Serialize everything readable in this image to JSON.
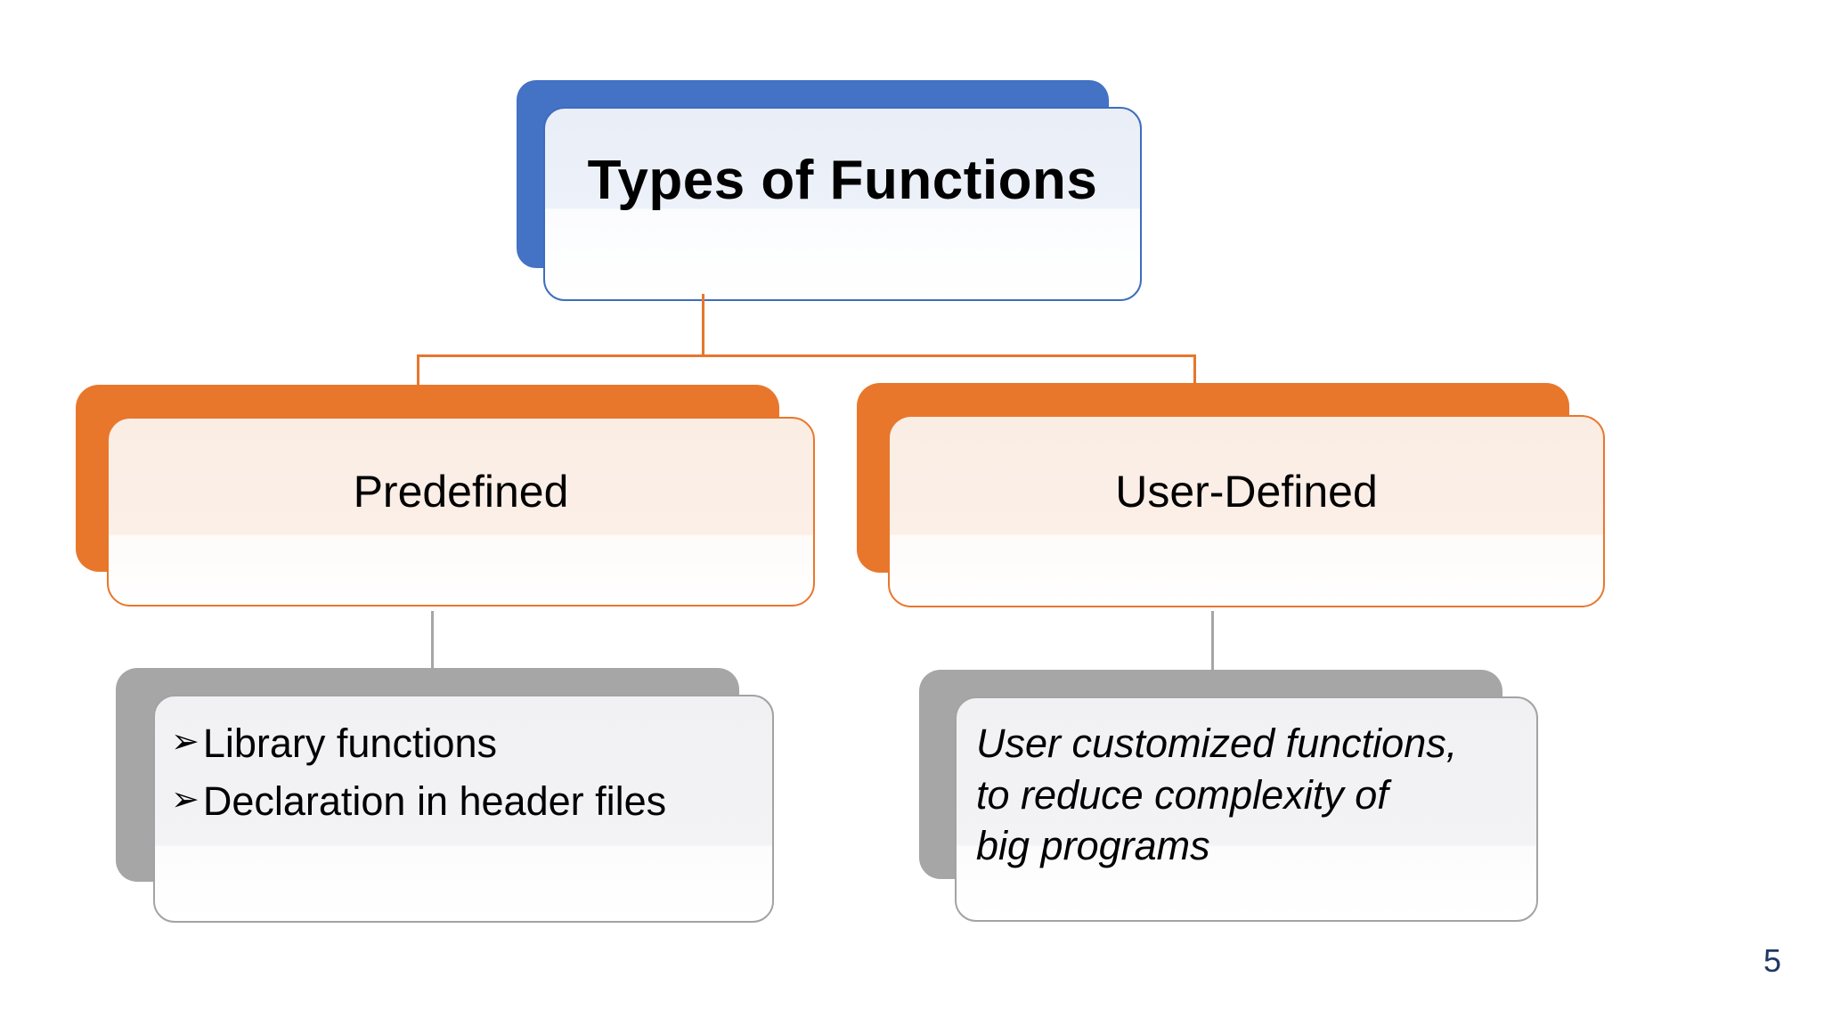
{
  "slide": {
    "page_number": "5",
    "background_color": "#FFFFFF"
  },
  "diagram": {
    "type": "hierarchy",
    "title_node": {
      "label": "Types of Functions",
      "accent_color": "#4472C4",
      "border_color": "#3E6DBF"
    },
    "branches": [
      {
        "label": "Predefined",
        "accent_color": "#E8772C",
        "child": {
          "style": "bullet-list",
          "bullet_glyph": "➢",
          "items": [
            "Library functions",
            "Declaration in header files"
          ],
          "accent_color": "#A6A6A6"
        }
      },
      {
        "label": "User-Defined",
        "accent_color": "#E8772C",
        "child": {
          "style": "paragraph",
          "lines": [
            "User customized functions,",
            "to reduce complexity of",
            "big programs"
          ],
          "accent_color": "#A6A6A6"
        }
      }
    ],
    "connector_color_level1": "#E8762C",
    "connector_color_level2": "#A6A6A6"
  }
}
